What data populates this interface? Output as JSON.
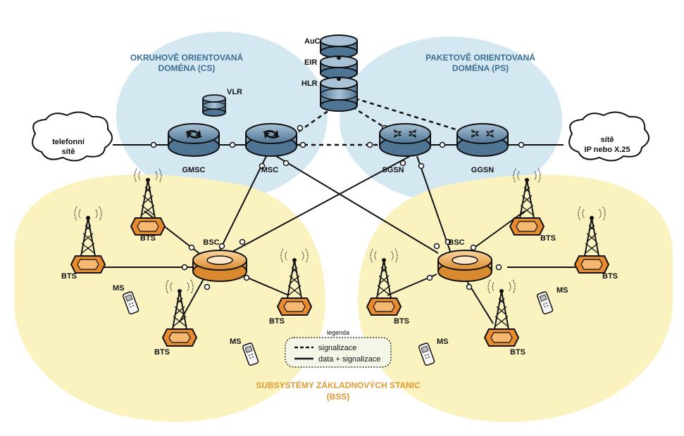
{
  "domains": {
    "cs": {
      "line1": "OKRUHOVĚ ORIENTOVANÁ",
      "line2": "DOMÉNA (CS)"
    },
    "ps": {
      "line1": "PAKETOVĚ ORIENTOVANÁ",
      "line2": "DOMÉNA (PS)"
    },
    "bss": {
      "line1": "SUBSYSTÉMY ZÁKLADNOVÝCH STANIC",
      "line2": "(BSS)"
    }
  },
  "databases": {
    "auc": "AuC",
    "eir": "EIR",
    "hlr": "HLR",
    "vlr": "VLR"
  },
  "nodes": {
    "gmsc": "GMSC",
    "msc": "MSC",
    "sgsn": "SGSN",
    "ggsn": "GGSN",
    "bsc_left": "BSC",
    "bsc_right": "BSC"
  },
  "clouds": {
    "telephone_line1": "telefonní",
    "telephone_line2": "sítě",
    "ip_line1": "sítě",
    "ip_line2": "IP nebo X.25"
  },
  "bts_label": "BTS",
  "ms_label": "MS",
  "legend": {
    "title": "legenda",
    "dashed": "signalizace",
    "solid": "data + signalizace"
  },
  "colors": {
    "cs_domain": "#d4e8f2",
    "bss_domain": "#faf3c0",
    "router": "#6c8fac",
    "bsc": "#f0a955",
    "bts": "#e88a2e",
    "domain_text": "#3d6e93",
    "bss_text": "#e09a33"
  }
}
